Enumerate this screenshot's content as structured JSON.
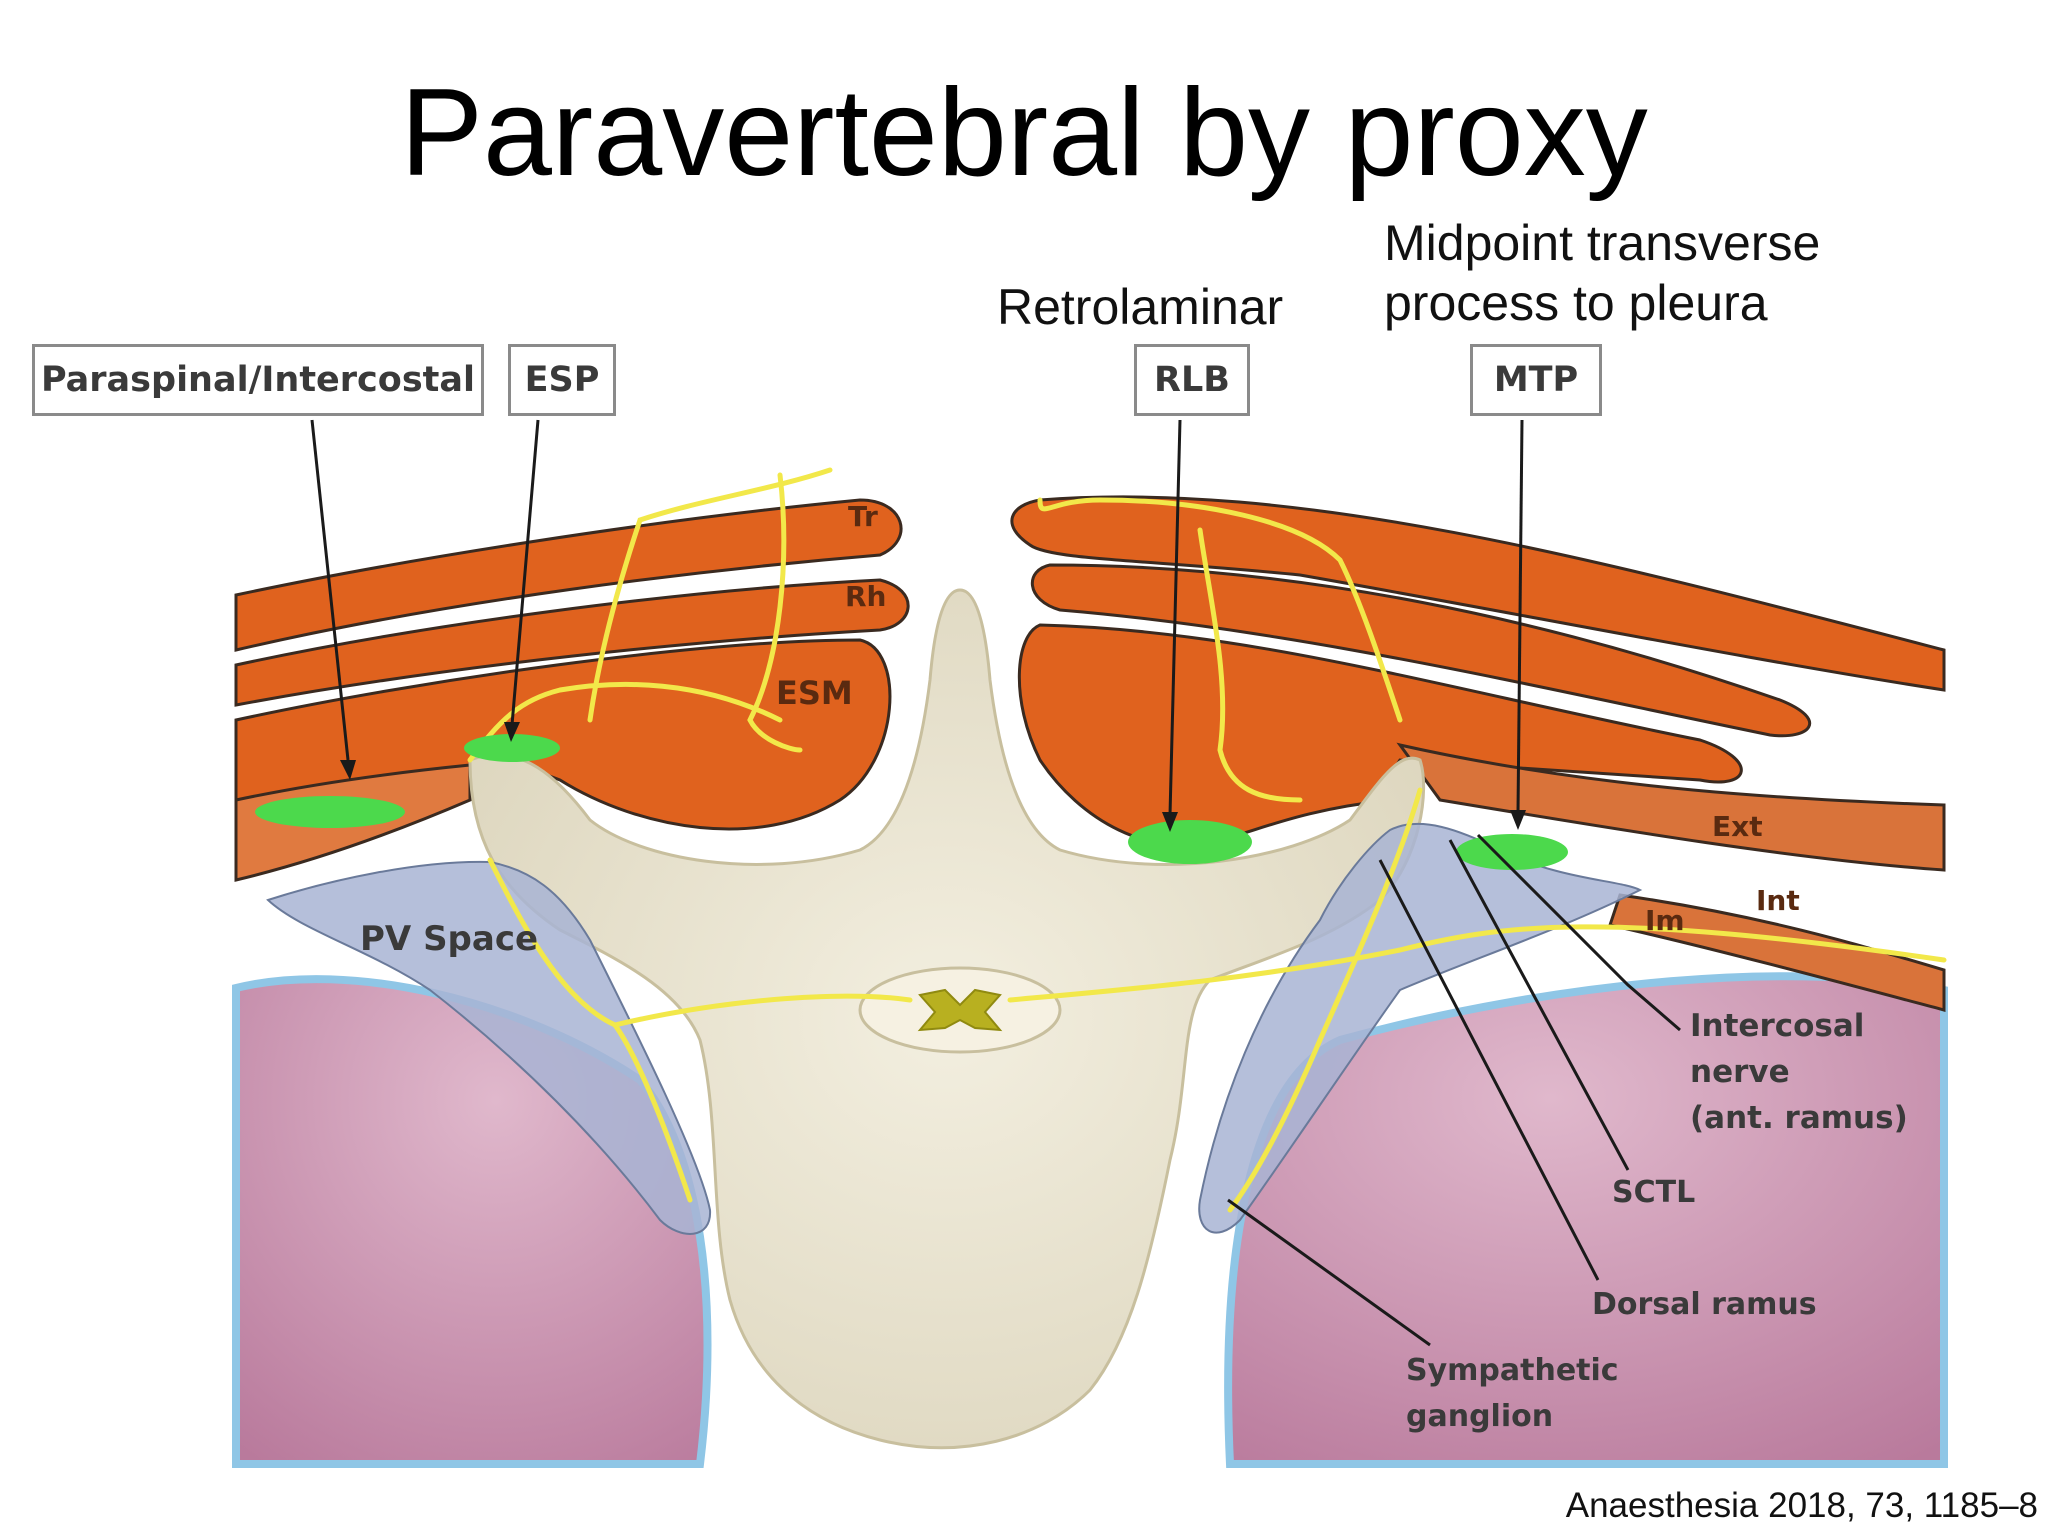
{
  "title": "Paravertebral by proxy",
  "captions": {
    "retrolaminar": "Retrolaminar",
    "mtp_line1": "Midpoint transverse",
    "mtp_line2": "process to pleura"
  },
  "boxes": {
    "paraspinal": "Paraspinal/Intercostal",
    "esp": "ESP",
    "rlb": "RLB",
    "mtp": "MTP"
  },
  "labels": {
    "tr": "Tr",
    "rh": "Rh",
    "esm": "ESM",
    "pv_space": "PV Space",
    "ext": "Ext",
    "int": "Int",
    "im": "Im",
    "intercostal_1": "Intercosal",
    "intercostal_2": "nerve",
    "intercostal_3": "(ant. ramus)",
    "sctl": "SCTL",
    "dorsal_ramus": "Dorsal ramus",
    "sympathetic_1": "Sympathetic",
    "sympathetic_2": "ganglion"
  },
  "citation": "Anaesthesia 2018, 73, 1185–8",
  "colors": {
    "muscle": "#e0621e",
    "muscle_outline": "#3a2a20",
    "bone": "#ece7d3",
    "lung": "#c98fae",
    "pleura": "#8fc6e6",
    "pv_space": "#a8b4d4",
    "nerve": "#f2e84a",
    "injectate": "#4cd94c"
  }
}
